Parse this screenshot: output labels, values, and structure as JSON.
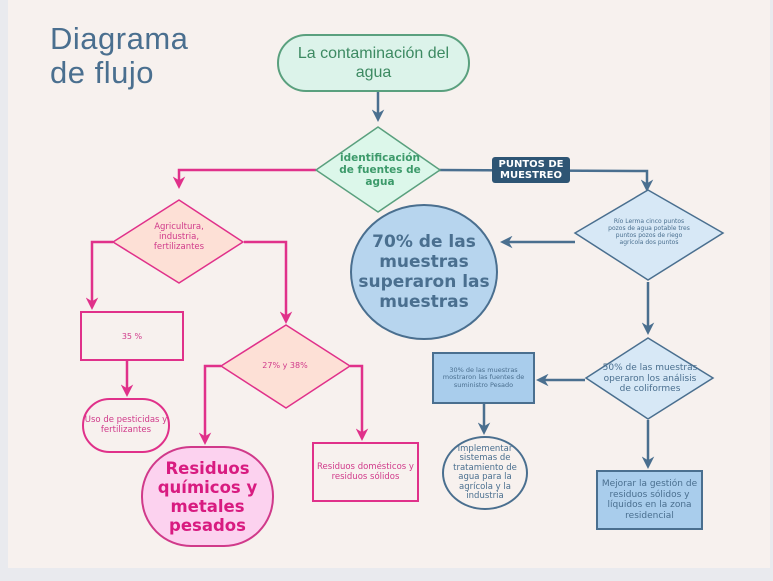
{
  "title": {
    "line1": "Diagrama",
    "line2": "de flujo"
  },
  "colors": {
    "background": "#f7f1ee",
    "blue_stroke": "#4a6f8f",
    "blue_fill": "#b7d5ee",
    "pink_stroke": "#e0318a",
    "pink_fill": "#fde0d6",
    "green_stroke": "#5aa07e",
    "green_fill": "#dcf3ea",
    "tag_fill": "#2e5574"
  },
  "nodes": {
    "start": "La contaminación del agua",
    "identificacion": "identificación de fuentes de agua",
    "puntos_tag": "PUNTOS DE MUESTREO",
    "rio_lerma": "Río Lerma cinco puntos pozos de agua potable tres puntos pozos de riego agrícola dos puntos",
    "setenta": "70% de las muestras superaron las muestras",
    "agricultura": "Agricultura, industria, fertilizantes",
    "treinta_cinco": "35 %",
    "uso": "Uso de pesticidas y fertilizantes",
    "porcentajes": "27% y 38%",
    "residuos_quimicos": "Residuos químicos y metales pesados",
    "residuos_domesticos": "Residuos domésticos y residuos sólidos",
    "cincuenta": "50% de las muestras operaron los análisis de coliformes",
    "treinta": "30% de las muestras mostraron las fuentes de suministro Pesado",
    "implementar": "Implementar sistemas de tratamiento de agua para la agrícola y la industria",
    "mejorar": "Mejorar la gestión de residuos sólidos y líquidos en la zona residencial"
  }
}
